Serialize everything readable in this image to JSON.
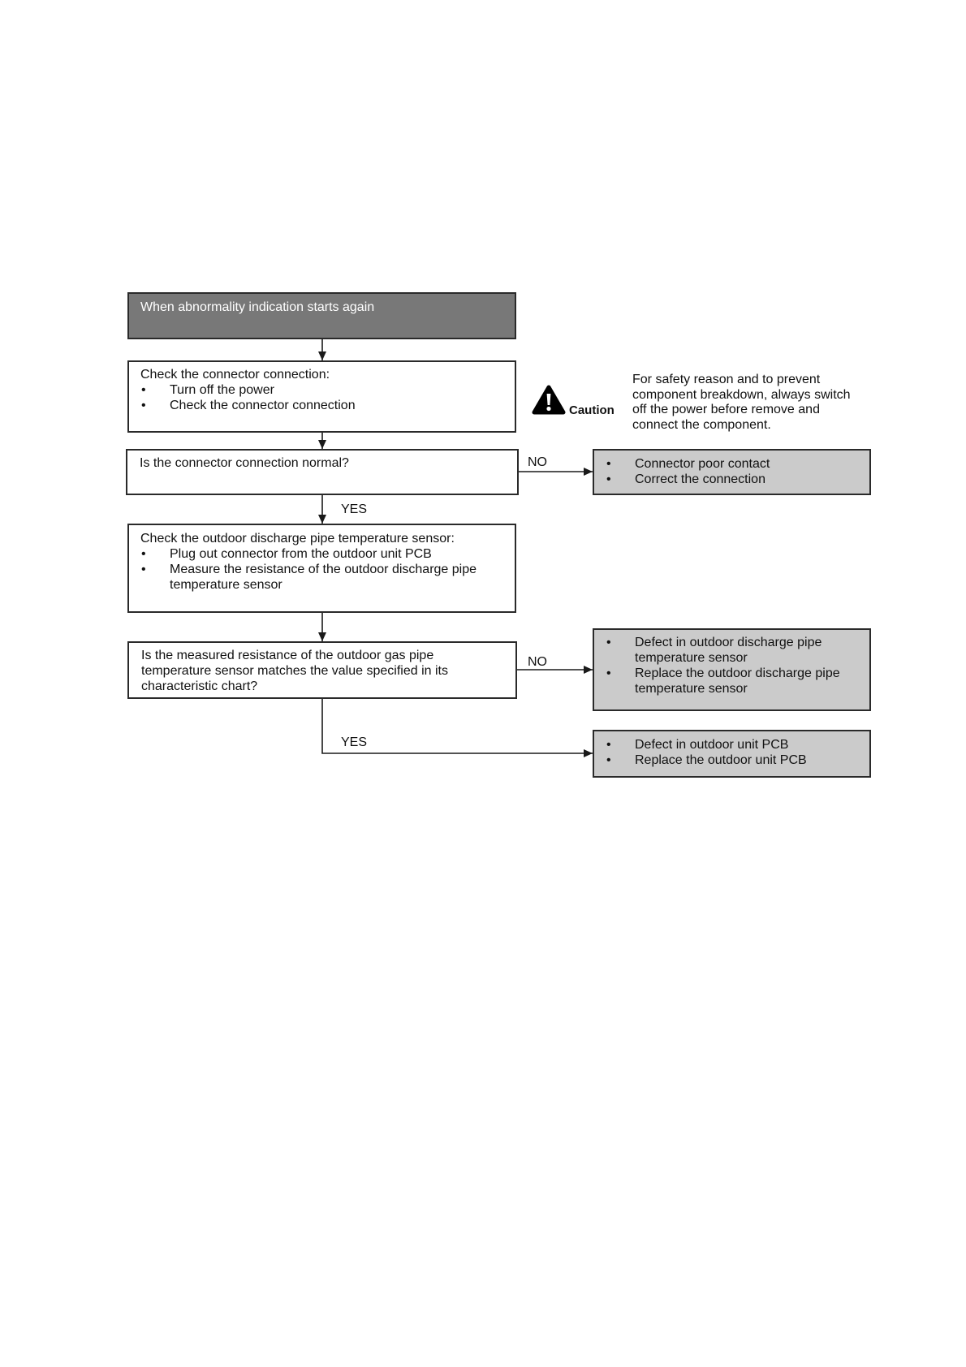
{
  "document": {
    "start_box": {
      "text": "When abnormality indication starts again"
    },
    "check_connector": {
      "heading": "Check the connector connection:",
      "items": [
        "Turn off the power",
        "Check the connector connection"
      ]
    },
    "caution": {
      "label": "Caution",
      "icon": "warning-triangle-icon",
      "lines": [
        "For safety reason and to prevent",
        "component breakdown, always switch",
        "off the power before remove and",
        "connect the component."
      ]
    },
    "decision_connector": {
      "text": "Is the connector connection normal?",
      "no_label": "NO",
      "yes_label": "YES"
    },
    "result_connector": {
      "items": [
        "Connector poor contact",
        "Correct the connection"
      ]
    },
    "check_sensor": {
      "heading": "Check the outdoor discharge pipe temperature sensor:",
      "items": [
        [
          "Plug out connector from the outdoor unit PCB"
        ],
        [
          "Measure the resistance of the outdoor discharge pipe",
          "temperature sensor"
        ]
      ]
    },
    "decision_resistance": {
      "lines": [
        "Is the measured resistance of the outdoor gas pipe",
        "temperature sensor matches the value specified in its",
        "characteristic chart?"
      ],
      "no_label": "NO",
      "yes_label": "YES"
    },
    "result_sensor": {
      "items": [
        [
          "Defect in outdoor discharge pipe",
          "temperature sensor"
        ],
        [
          "Replace the outdoor discharge pipe",
          "temperature sensor"
        ]
      ]
    },
    "result_pcb": {
      "items": [
        "Defect in outdoor unit PCB",
        "Replace the outdoor unit PCB"
      ]
    }
  },
  "colors": {
    "page": "#ffffff",
    "start_fill": "#787878",
    "start_text": "#ffffff",
    "result_fill": "#cbcbcb",
    "border": "#2a2a2a",
    "text": "#111111"
  }
}
